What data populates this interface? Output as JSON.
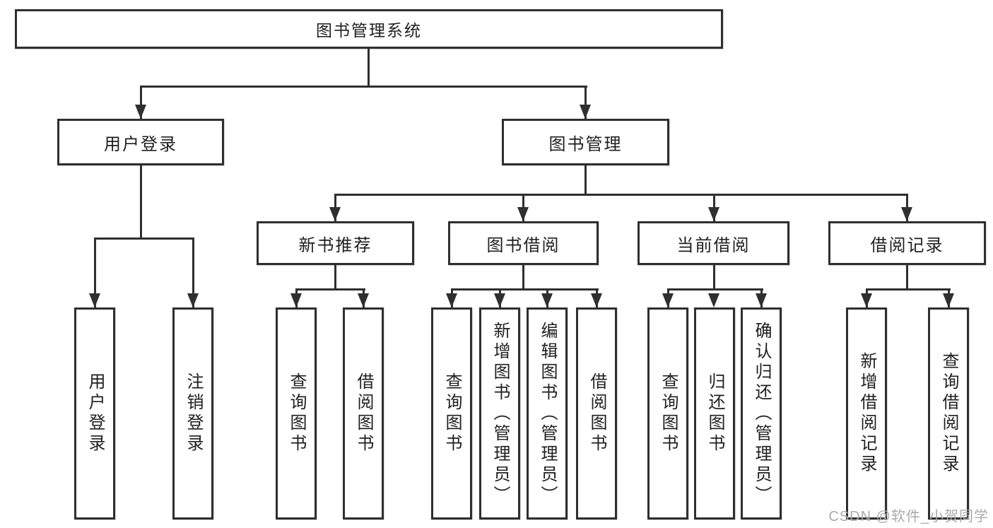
{
  "diagram": {
    "root": {
      "label": "图书管理系统"
    },
    "level2": {
      "user_login": {
        "label": "用户登录"
      },
      "book_mgmt": {
        "label": "图书管理"
      }
    },
    "level3": {
      "new_book": {
        "label": "新书推荐"
      },
      "borrow": {
        "label": "图书借阅"
      },
      "current": {
        "label": "当前借阅"
      },
      "records": {
        "label": "借阅记录"
      }
    },
    "leaves": {
      "user_login": {
        "label": "用户登录"
      },
      "logout": {
        "label": "注销登录"
      },
      "nb_query": {
        "label": "查询图书"
      },
      "nb_borrow": {
        "label": "借阅图书"
      },
      "bb_query": {
        "label": "查询图书"
      },
      "bb_add": {
        "label": "新增图书（管理员）"
      },
      "bb_edit": {
        "label": "编辑图书（管理员）"
      },
      "bb_borrow": {
        "label": "借阅图书"
      },
      "cb_query": {
        "label": "查询图书"
      },
      "cb_return": {
        "label": "归还图书"
      },
      "cb_confirm": {
        "label": "确认归还（管理员）"
      },
      "br_add": {
        "label": "新增借阅记录"
      },
      "br_query": {
        "label": "查询借阅记录"
      }
    },
    "watermark": "CSDN @软件_小贺同学",
    "colors": {
      "line": "#2f2f2f",
      "text": "#1f1f1f",
      "watermark": "#aaaaaa",
      "background": "#ffffff"
    }
  }
}
